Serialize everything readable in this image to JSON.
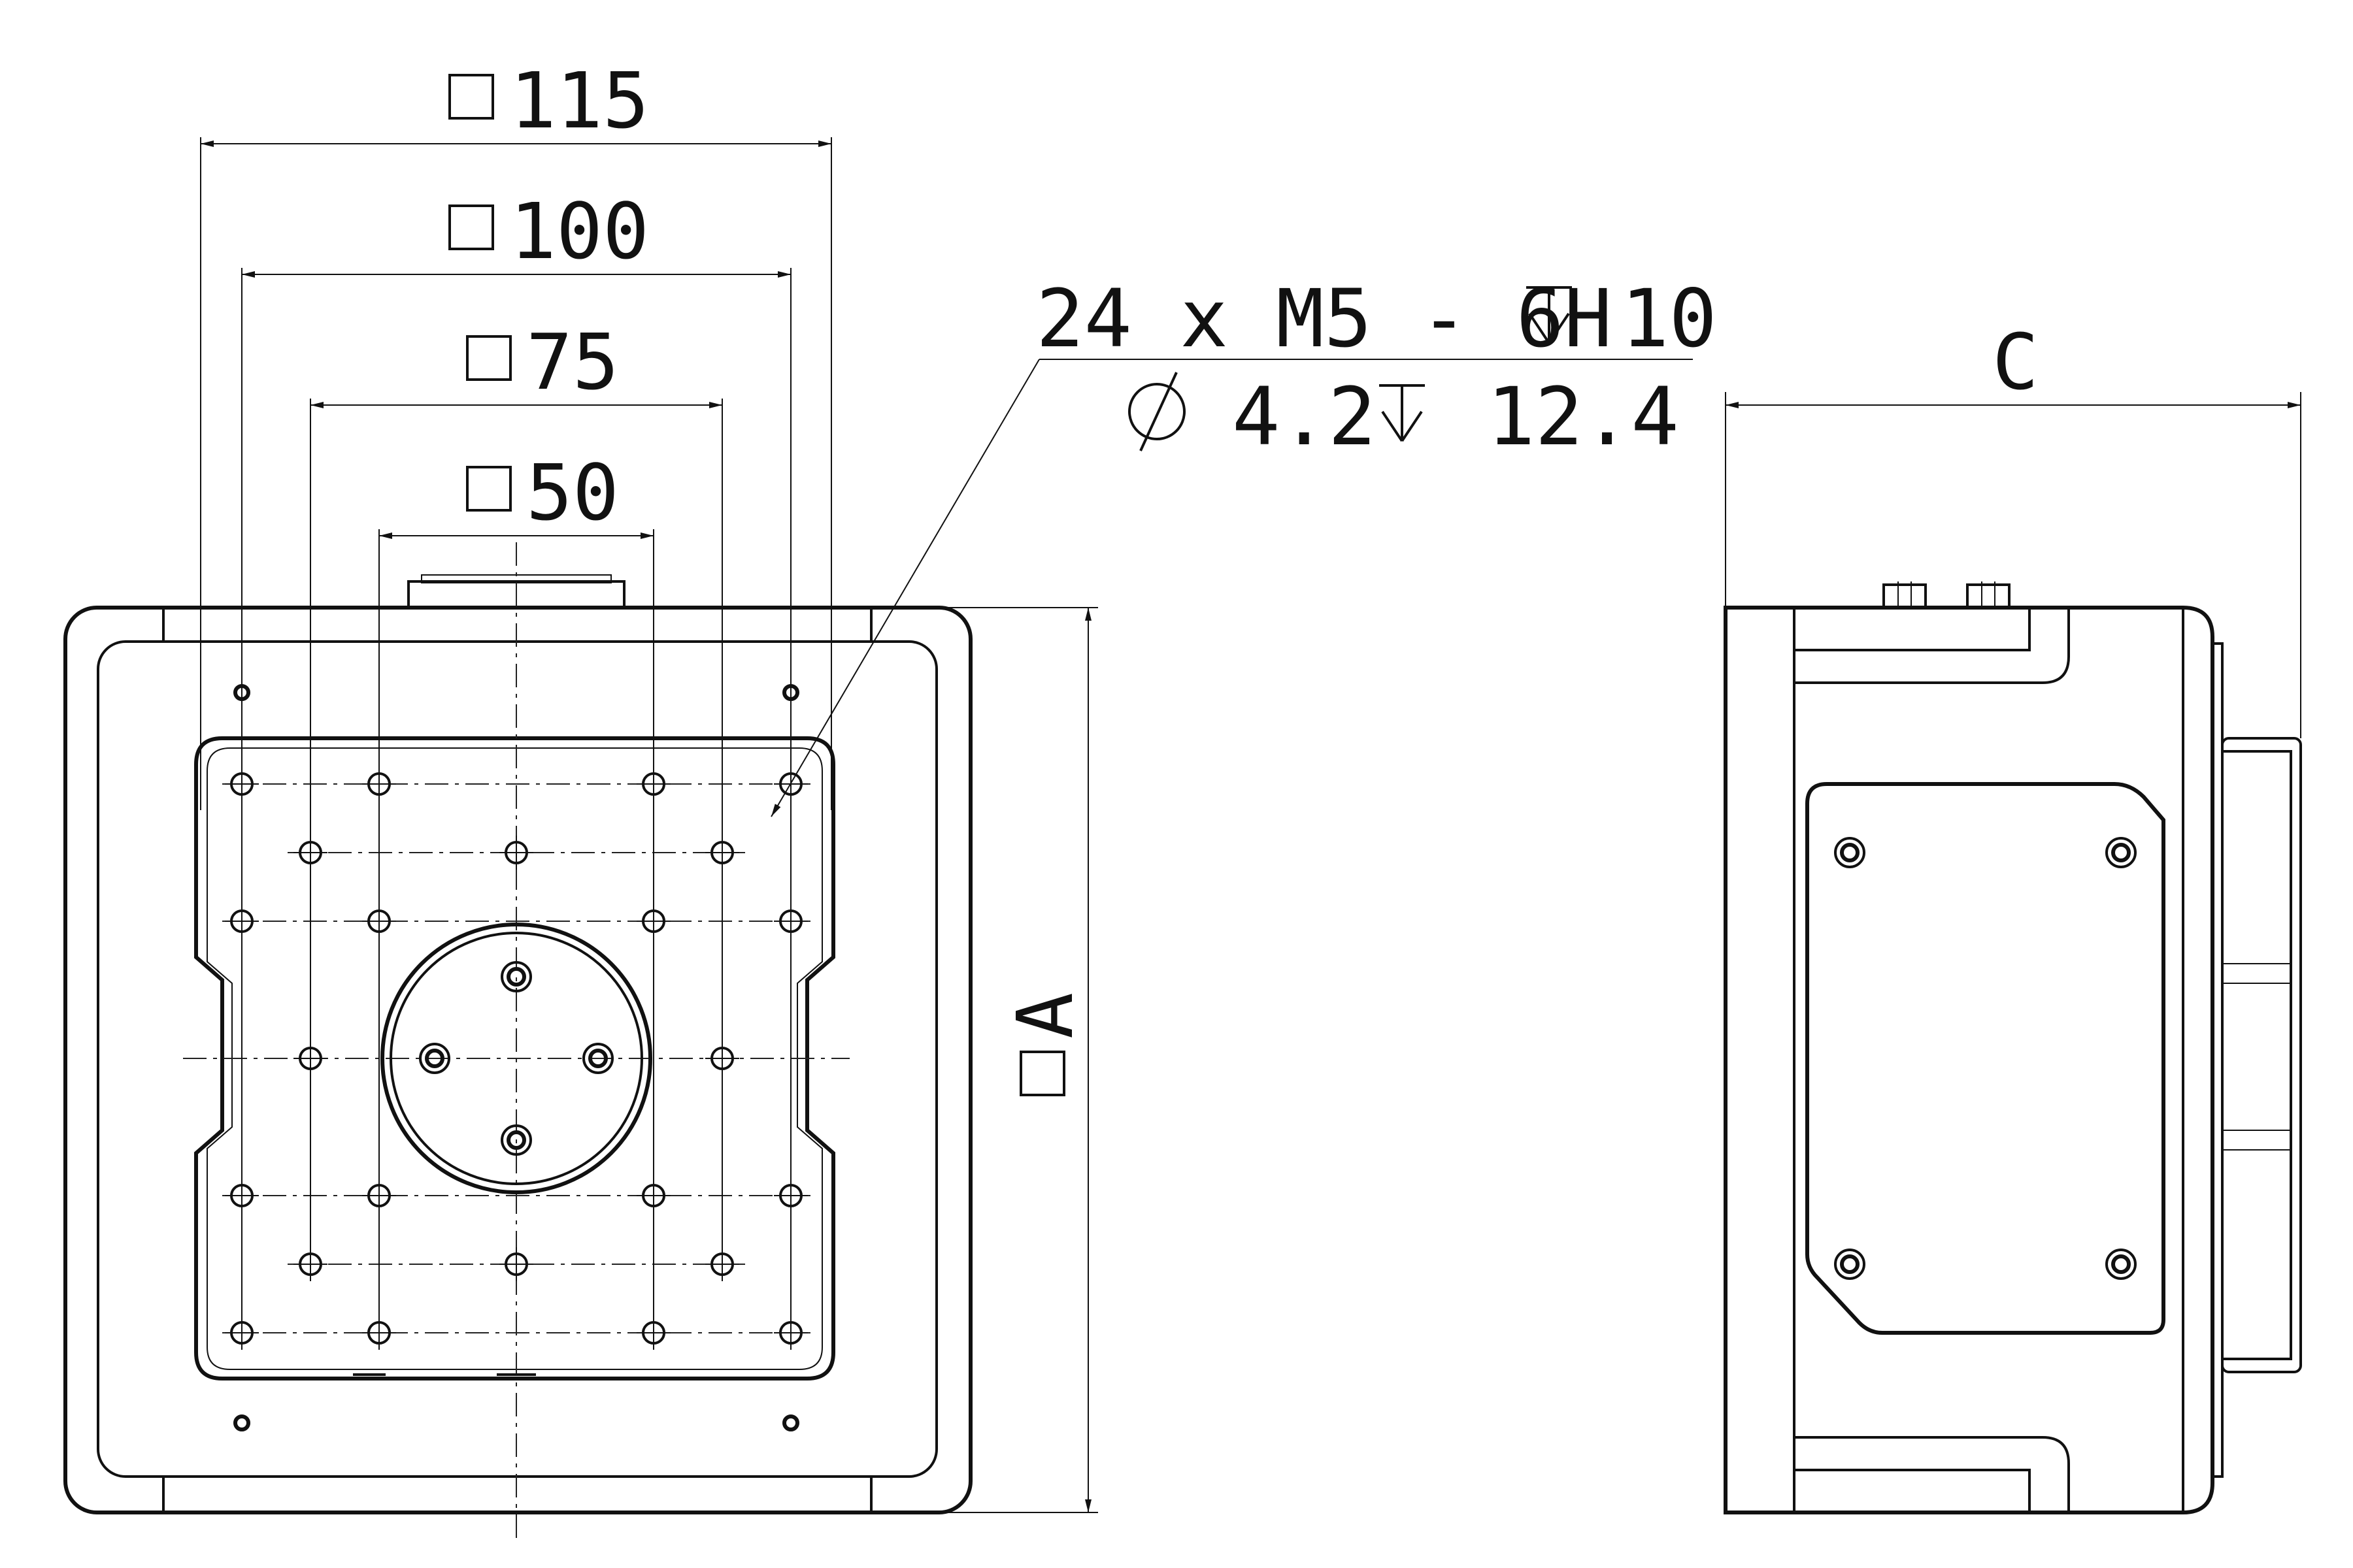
{
  "title_block": null,
  "front_view": {
    "dimensions": {
      "outer_square": "115",
      "square_100": "100",
      "square_75": "75",
      "square_50": "50",
      "height": "A"
    },
    "callout": {
      "line1": "24 x  M5 - 6H",
      "line1_depth": "10",
      "line2_diameter": "4.2",
      "line2_depth": "12.4"
    }
  },
  "side_view": {
    "dimensions": {
      "width": "C"
    }
  },
  "colors": {
    "line": "#111111",
    "background": "#ffffff"
  }
}
